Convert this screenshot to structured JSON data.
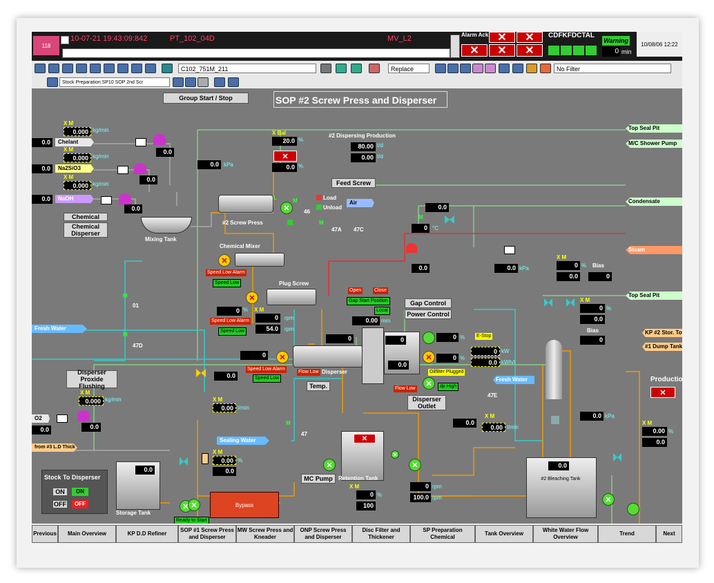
{
  "titlebar": {
    "badge": "118",
    "timestamp": "10-07-21 19:43:09:842",
    "tag": "PT_102_04D",
    "mode": "MV_L2",
    "alarm_label": "Alarm Ack",
    "right_title": "CDFKFDCTAL",
    "warning": "Warning",
    "warning_val": "0",
    "warning_unit": "min",
    "date": "10/08/06 12:22"
  },
  "toolbar": {
    "tag_combo": "C102_751M_211",
    "replace": "Replace",
    "filter": "No Filter",
    "graphic_combo": "Stock Preparation:SP10 SOP 2nd Scr"
  },
  "header": {
    "group_start": "Group Start / Stop",
    "title": "SOP #2 Screw Press and Disperser"
  },
  "chemicals": [
    {
      "name": "Chelant",
      "flow": "0.000",
      "unit": "kg/min",
      "out": "0.0",
      "valve": "0.0",
      "xm": "X M"
    },
    {
      "name": "Na2SiO3",
      "flow": "0.000",
      "unit": "kg/min",
      "out": "0.0",
      "valve": "0.0",
      "xm": "X M"
    },
    {
      "name": "NaOH",
      "flow": "0.000",
      "unit": "kg/min",
      "out": "0.0",
      "valve": "0.0",
      "xm": "X M"
    }
  ],
  "buttons": {
    "chemical": "Chemical",
    "chemical_disperser": "Chemical Disperser",
    "feed_screw": "Feed Screw",
    "gap_control": "Gap Control",
    "power_control": "Power Control",
    "disperser_flushing": "Disperser Proxide Flushing",
    "temp": "Temp.",
    "disperser_outlet": "Disperser Outlet",
    "mc_pump": "MC Pump",
    "bypass": "Bypass",
    "stock_to_disperser": "Stock To Disperser",
    "on": "ON",
    "off": "OFF",
    "production": "Production"
  },
  "labels": {
    "mixing_tank": "Mixing Tank",
    "screw_press": "#2 Screw Press",
    "chemical_mixer": "Chemical Mixer",
    "plug_screw": "Plug Screw",
    "disperser": "Disperser",
    "retention_tank": "Retention Tank",
    "storage_tank": "Storage Tank",
    "bleaching_tank": "#2 Bleaching Tank",
    "dispersing_production": "#2 Dispersing Production",
    "load": "Load",
    "unload": "Unload",
    "air": "Air",
    "bias": "Bias",
    "bias2": "Bias",
    "x_bal": "X Bal",
    "m": "M",
    "x_m": "X M",
    "l": "L",
    "lbl_46": "46",
    "lbl_47a": "47A",
    "lbl_47c": "47C",
    "lbl_01": "01",
    "lbl_47d": "47D",
    "lbl_47e": "47E",
    "lbl_47": "47",
    "ready": "Ready to Start"
  },
  "pipes": {
    "fresh_water": "Fresh Water",
    "fresh_water2": "Fresh Water",
    "sealing_water": "Sealing Water",
    "top_seal_pit": "Top Seal Pit",
    "top_seal_pit2": "Top Seal Pit",
    "mc_shower": "M/C Shower Pump",
    "condensate": "Condensate",
    "steam": "Steam",
    "o2": "O2",
    "kp_stor": "KP #2 Stor. Tow",
    "dump_tank": "#1 Dump Tank",
    "from_thick": "from #3 L.D Thick"
  },
  "values": {
    "bal_pct": "20.0",
    "bal2": "0.0",
    "kpa1": "0.0",
    "prod1": "80.00",
    "prod2": "0.00",
    "prod_unit": "t/d",
    "cond_val": "0.0",
    "temp_val": "0",
    "steam_val": "0.0",
    "kpa2": "0.0",
    "bias_x": "0",
    "bias_v": "0.0",
    "bias_out": "0",
    "sp_val": "0.00",
    "gap_mm": "0.00",
    "mm": "mm",
    "plug_pct": "0",
    "plug_rpm": "0",
    "plug_rpm2": "54.0",
    "rpm": "rpm",
    "disp_pct": "0",
    "disp_kw": "0",
    "disp_kwh": "0.0",
    "kw": "kW",
    "kwht": "kWh/t",
    "disp_in": "0",
    "disp_out": "0.0",
    "flush_flow": "0.000",
    "flush_unit": "kg/min",
    "o2_out": "0.0",
    "o2_valve": "0.0",
    "dil_val": "0.0",
    "dil_flow": "0.00",
    "flow_unit": "l/min",
    "retention_val": "0",
    "retention_rpm1": "0",
    "retention_rpm2": "100.0",
    "retention_pct": "0",
    "retention_out": "100",
    "storage_val": "0.0",
    "storage_pct": "0.00",
    "storage_pct2": "0.0",
    "fw_val": "0.0",
    "fw_flow": "0.00",
    "kpa3": "0.0",
    "right1": "0",
    "right2": "0.0",
    "right3": "0",
    "bleach_val": "0.0",
    "bleach_pct": "0.00",
    "bleach_pct2": "0.0",
    "pct": "%",
    "kpa": "kPa",
    "c_unit": "°C",
    "e_stop": "E-Stop"
  },
  "tags": {
    "speed_low_alarm": "Speed Low Alarm",
    "speed_low": "Speed Low",
    "open": "Open",
    "close": "Close",
    "gap_start": "Gap Start Position",
    "local": "Local",
    "flow_low": "Flow Low",
    "oil_filter": "Oilfilter Plugged",
    "dp_high": "dp High"
  },
  "nav": [
    "Previous",
    "Main Overview",
    "KP D.D Refiner",
    "SOP #1 Screw Press and Disperser",
    "MW Screw Press and Kneader",
    "ONP Screw Press and Disperser",
    "Disc Filter and Thickener",
    "SP Preparation Chemical",
    "Tank Overview",
    "White Water Flow Overview",
    "Trend",
    "Next"
  ]
}
